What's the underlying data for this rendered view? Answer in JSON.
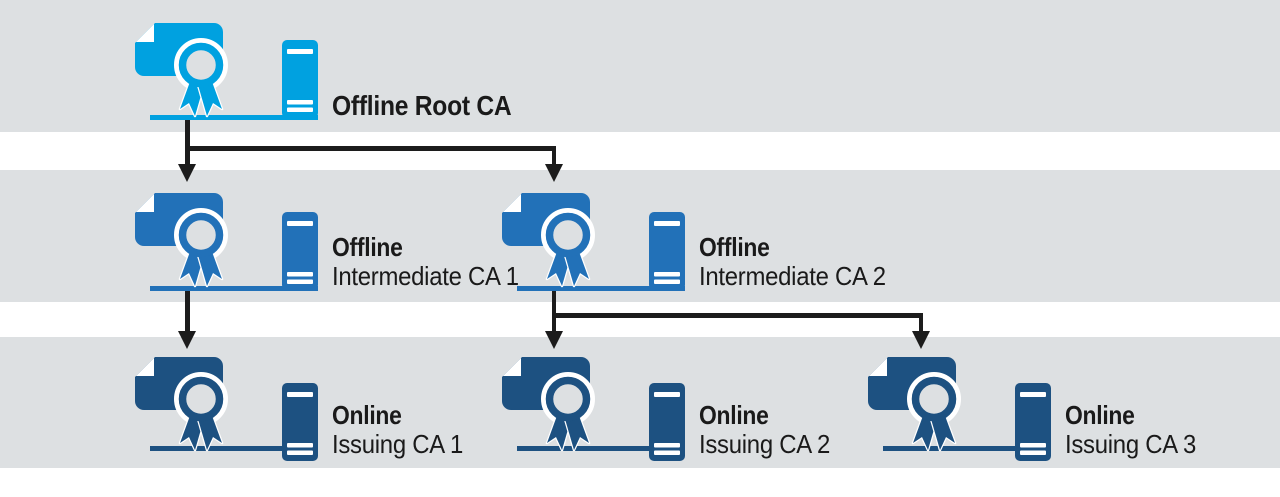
{
  "colors": {
    "band_gray": "#dde0e2",
    "band_white": "#ffffff",
    "tier1_blue": "#00a1e0",
    "tier2_blue": "#2271b8",
    "tier3_blue": "#1d5181",
    "line_black": "#1c1c1c",
    "text_black": "#1a1a1a"
  },
  "nodes": [
    {
      "id": "offline-root-ca",
      "line1": "Offline Root CA",
      "line2": ""
    },
    {
      "id": "offline-intermediate-ca-1",
      "line1": "Offline",
      "line2": "Intermediate CA 1"
    },
    {
      "id": "offline-intermediate-ca-2",
      "line1": "Offline",
      "line2": "Intermediate CA 2"
    },
    {
      "id": "online-issuing-ca-1",
      "line1": "Online",
      "line2": "Issuing CA 1"
    },
    {
      "id": "online-issuing-ca-2",
      "line1": "Online",
      "line2": "Issuing CA 2"
    },
    {
      "id": "online-issuing-ca-3",
      "line1": "Online",
      "line2": "Issuing CA 3"
    }
  ],
  "icons": {
    "certificate": "certificate-seal-icon",
    "server": "server-tower-icon"
  },
  "connections": [
    {
      "from": "offline-root-ca",
      "to": "offline-intermediate-ca-1"
    },
    {
      "from": "offline-root-ca",
      "to": "offline-intermediate-ca-2"
    },
    {
      "from": "offline-intermediate-ca-1",
      "to": "online-issuing-ca-1"
    },
    {
      "from": "offline-intermediate-ca-2",
      "to": "online-issuing-ca-2"
    },
    {
      "from": "offline-intermediate-ca-2",
      "to": "online-issuing-ca-3"
    }
  ]
}
